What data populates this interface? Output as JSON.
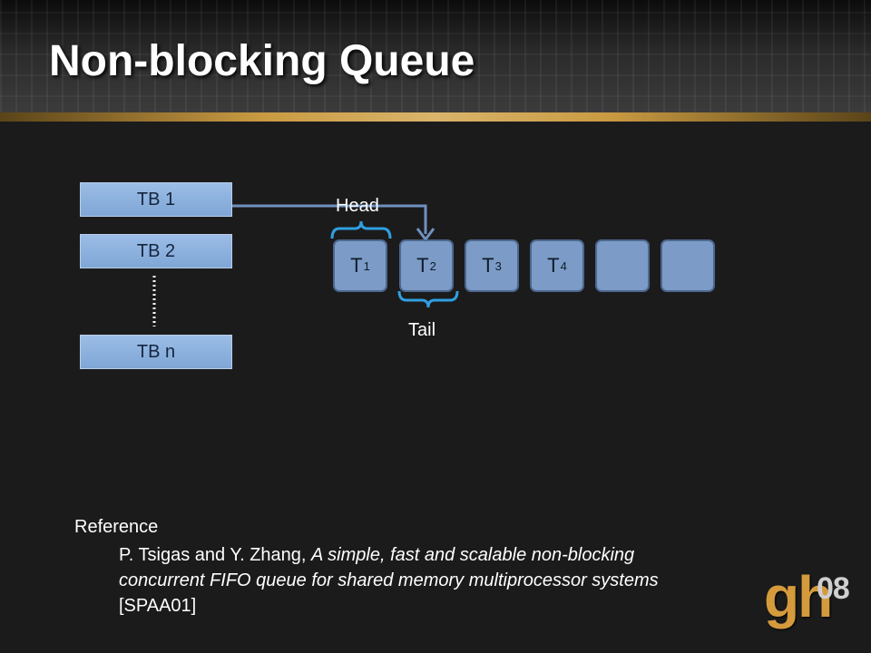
{
  "slide": {
    "title": "Non-blocking Queue"
  },
  "thread_blocks": [
    {
      "label": "TB 1"
    },
    {
      "label": "TB 2"
    },
    {
      "label": "TB n"
    }
  ],
  "queue": {
    "slots": [
      {
        "base": "T",
        "sub": "1"
      },
      {
        "base": "T",
        "sub": "2"
      },
      {
        "base": "T",
        "sub": "3"
      },
      {
        "base": "T",
        "sub": "4"
      },
      {
        "base": "",
        "sub": ""
      },
      {
        "base": "",
        "sub": ""
      }
    ],
    "head_label": "Head",
    "tail_label": "Tail"
  },
  "reference": {
    "heading": "Reference",
    "authors": "P. Tsigas and Y. Zhang, ",
    "paper_title": "A simple, fast and scalable non-blocking concurrent FIFO queue for shared memory multiprocessor systems",
    "venue": " [SPAA01]"
  },
  "logo": {
    "mark": "gh",
    "year": "08"
  },
  "colors": {
    "accent_gold": "#c99a42",
    "node_fill": "#7c9cc7",
    "bracket_blue": "#2f9fe0",
    "arrow": "#6f91c0"
  }
}
